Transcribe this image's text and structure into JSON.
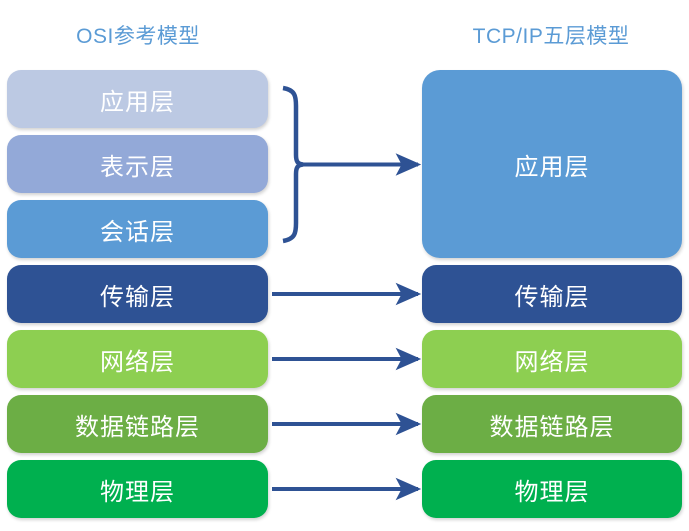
{
  "diagram": {
    "type": "network-layer-model-comparison",
    "background": "#ffffff",
    "title_color": "#5b9bd5",
    "connector_color": "#2e5294",
    "left_column": {
      "title": "OSI参考模型",
      "layers": [
        {
          "label": "应用层",
          "color": "#bcc9e3"
        },
        {
          "label": "表示层",
          "color": "#93a9d8"
        },
        {
          "label": "会话层",
          "color": "#5b9bd5"
        },
        {
          "label": "传输层",
          "color": "#2e5294"
        },
        {
          "label": "网络层",
          "color": "#8dcf51"
        },
        {
          "label": "数据链路层",
          "color": "#6cae45"
        },
        {
          "label": "物理层",
          "color": "#00b04f"
        }
      ]
    },
    "right_column": {
      "title": "TCP/IP五层模型",
      "layers": [
        {
          "label": "应用层",
          "color": "#5b9bd5"
        },
        {
          "label": "传输层",
          "color": "#2e5294"
        },
        {
          "label": "网络层",
          "color": "#8dcf51"
        },
        {
          "label": "数据链路层",
          "color": "#6cae45"
        },
        {
          "label": "物理层",
          "color": "#00b04f"
        }
      ]
    },
    "connectors": [
      {
        "name": "brace-app-group",
        "kind": "curly-brace-plus-arrow",
        "from": "应用层/表示层/会话层",
        "to": "应用层"
      },
      {
        "name": "arrow-transport",
        "kind": "arrow",
        "from": "传输层",
        "to": "传输层"
      },
      {
        "name": "arrow-network",
        "kind": "arrow",
        "from": "网络层",
        "to": "网络层"
      },
      {
        "name": "arrow-datalink",
        "kind": "arrow",
        "from": "数据链路层",
        "to": "数据链路层"
      },
      {
        "name": "arrow-physical",
        "kind": "arrow",
        "from": "物理层",
        "to": "物理层"
      }
    ]
  }
}
